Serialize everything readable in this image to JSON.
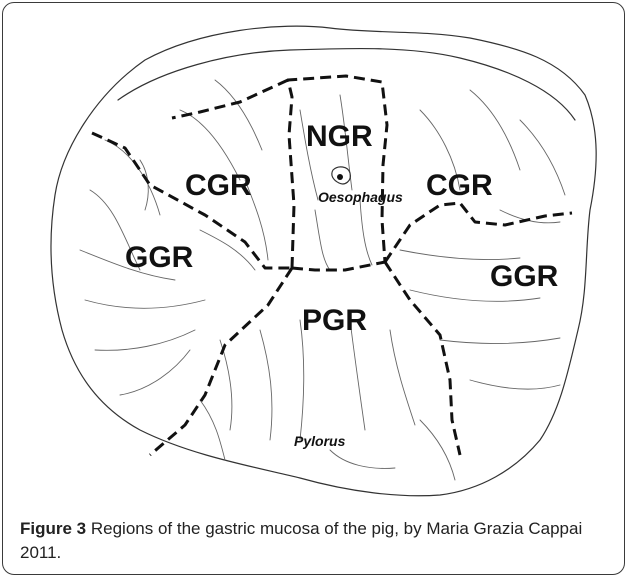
{
  "figure": {
    "caption_label": "Figure 3",
    "caption_text": "Regions of the gastric mucosa of the pig, by Maria Grazia Cappai 2011."
  },
  "labels": {
    "ngr": "NGR",
    "cgr_left": "CGR",
    "cgr_right": "CGR",
    "ggr_left": "GGR",
    "ggr_right": "GGR",
    "pgr": "PGR",
    "oesophagus": "Oesophagus",
    "pylorus": "Pylorus"
  },
  "colors": {
    "line": "#333333",
    "dashed_border": "#111111",
    "text": "#111111"
  }
}
